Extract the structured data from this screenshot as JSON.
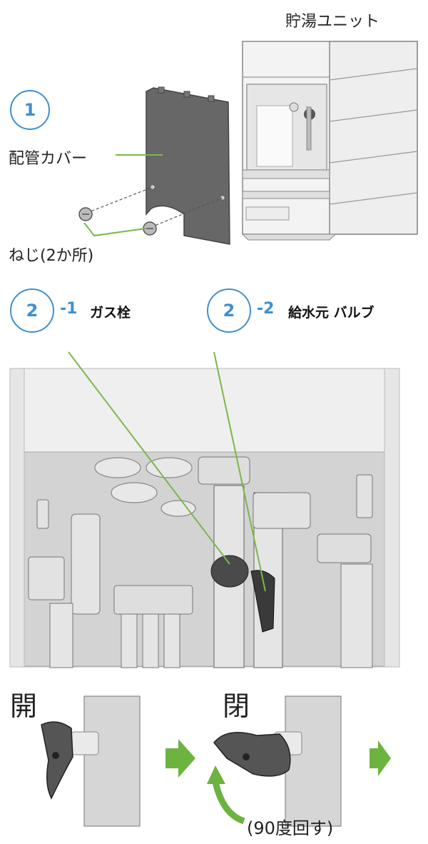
{
  "unit_label": "貯湯ユニット",
  "step1": {
    "number": "1",
    "cover_label": "配管カバー",
    "screws_label": "ねじ(2か所)"
  },
  "step2_1": {
    "number": "2",
    "sub": "-1",
    "label": "ガス栓"
  },
  "step2_2": {
    "number": "2",
    "sub": "-2",
    "label": "給水元 バルブ"
  },
  "valve": {
    "open_label": "開",
    "close_label": "閉",
    "rotate_label": "(90度回す)"
  },
  "colors": {
    "accent_blue": "#3e8fd0",
    "leader_green": "#7bb74a",
    "arrow_green": "#6cb33f"
  },
  "icons": [
    "step-number-badge",
    "direction-arrow-icon",
    "rotate-arrow-icon",
    "valve-handle-icon"
  ]
}
